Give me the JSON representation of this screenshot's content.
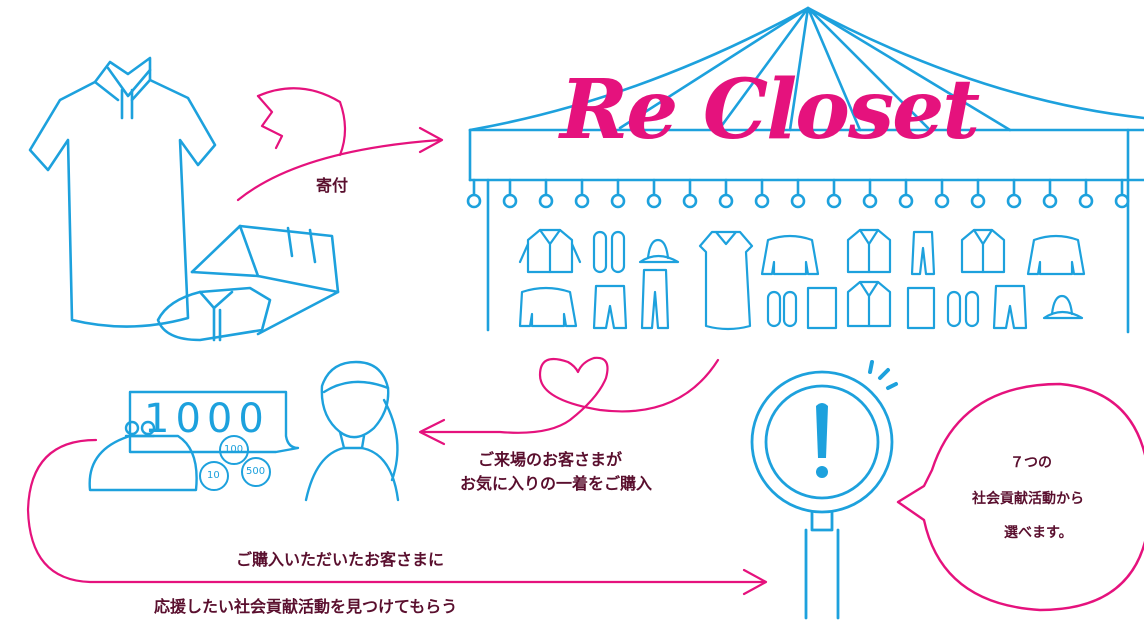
{
  "brand": {
    "title": "Re Closet"
  },
  "steps": {
    "donate": "寄付",
    "purchase_line1": "ご来場のお客さまが",
    "purchase_line2": "お気に入りの一着をご購入",
    "support_line1": "ご購入いただいたお客さまに",
    "support_line2": "応援したい社会貢献活動を見つけてもらう"
  },
  "bubble": {
    "line1": "７つの",
    "line2": "社会貢献活動から",
    "line3": "選べます。"
  },
  "money": {
    "bill": "1000",
    "coin_a": "100",
    "coin_b": "10",
    "coin_c": "500"
  },
  "colors": {
    "line": "#1da1dd",
    "accent": "#e5127d",
    "text": "#5a0f2e"
  }
}
